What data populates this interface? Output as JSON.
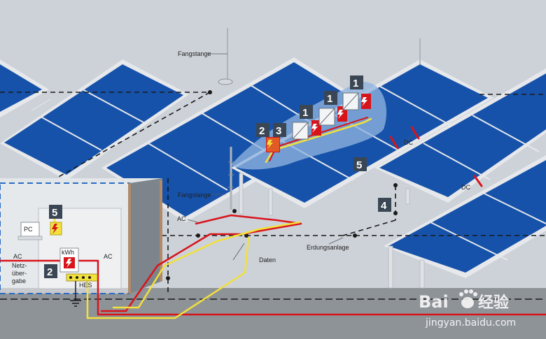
{
  "labels": {
    "fangstange_top": "Fangstange",
    "fangstange_mid": "Fangstange",
    "dc_upper": "DC",
    "dc_lower": "DC",
    "ac_left": "AC",
    "ac_box": "AC",
    "ac_mid": "AC",
    "pc": "PC",
    "kwh": "kWh",
    "netz1": "Netz-",
    "netz2": "über-",
    "netz3": "gabe",
    "hes": "HES",
    "erdungsanlage": "Erdungsanlage",
    "daten": "Daten"
  },
  "markers": {
    "m_box5": "5",
    "m_box2": "2",
    "m_inv2": "2",
    "m_inv3": "3",
    "m_row_a": "1",
    "m_row_b": "1",
    "m_row_c": "1",
    "m_mid5": "5",
    "m_mid4": "4"
  },
  "watermark": {
    "brand_left": "Bai",
    "brand_right": "经验",
    "url": "jingyan.baidu.com"
  },
  "colors": {
    "background": "#cdd2d8",
    "panel": "#1550a8",
    "panel_frame": "#e6e8eb",
    "ac_line": "#d8141b",
    "dc_line": "#d8141b",
    "data_line": "#f2e03c",
    "ground_line": "#1a1a1a",
    "marker_box": "#3a4654",
    "highlight_zone": "#8fb3df"
  }
}
